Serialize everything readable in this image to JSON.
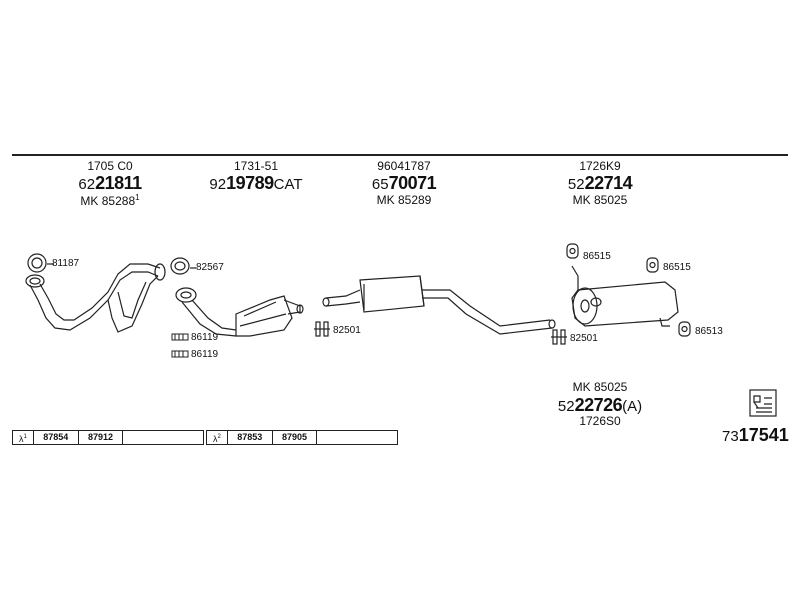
{
  "parts": [
    {
      "type_code": "1705 C0",
      "prefix": "62",
      "number": "21811",
      "suffix": "",
      "mk": "MK 85288",
      "mk_sup": "1"
    },
    {
      "type_code": "1731-51",
      "prefix": "92",
      "number": "19789",
      "suffix": "CAT",
      "mk": "",
      "mk_sup": ""
    },
    {
      "type_code": "96041787",
      "prefix": "65",
      "number": "70071",
      "suffix": "",
      "mk": "MK 85289",
      "mk_sup": ""
    },
    {
      "type_code": "1726K9",
      "prefix": "52",
      "number": "22714",
      "suffix": "",
      "mk": "MK 85025",
      "mk_sup": ""
    }
  ],
  "labels": {
    "gasket_front": "81187",
    "gasket_cat": "82567",
    "clamp_a1": "86119",
    "clamp_a2": "86119",
    "hanger_mid": "82501",
    "hanger_rear": "82501",
    "rubber_1": "86515",
    "rubber_2": "86515",
    "rubber_3": "86513"
  },
  "alt_part": {
    "mk": "MK 85025",
    "prefix": "52",
    "number": "22726",
    "suffix": "(A)",
    "type_code": "1726S0"
  },
  "tables": [
    {
      "lambda": "λ",
      "lambda_sup": "1",
      "cells": [
        "87854",
        "87912",
        ""
      ]
    },
    {
      "lambda": "λ",
      "lambda_sup": "2",
      "cells": [
        "87853",
        "87905",
        ""
      ]
    }
  ],
  "doc": {
    "prefix": "73",
    "number": "17541"
  }
}
